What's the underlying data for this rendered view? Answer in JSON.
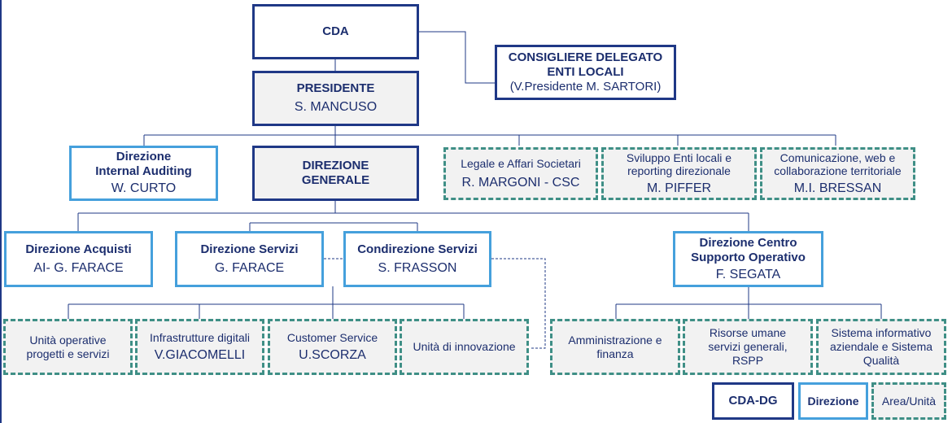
{
  "cda": {
    "title": "CDA"
  },
  "consigliere": {
    "line1": "CONSIGLIERE DELEGATO",
    "line2": "ENTI LOCALI",
    "line3": "(V.Presidente  M. SARTORI)"
  },
  "presidente": {
    "title": "PRESIDENTE",
    "name": "S. MANCUSO"
  },
  "internal_auditing": {
    "line1": "Direzione",
    "line2": "Internal Auditing",
    "name": "W. CURTO"
  },
  "direzione_generale": {
    "line1": "DIREZIONE",
    "line2": "GENERALE"
  },
  "legale": {
    "line1": "Legale e Affari Societari",
    "name": "R. MARGONI - CSC"
  },
  "sviluppo": {
    "line1": "Sviluppo Enti locali e",
    "line2": "reporting direzionale",
    "name": "M. PIFFER"
  },
  "comunicazione": {
    "line1": "Comunicazione, web e",
    "line2": "collaborazione territoriale",
    "name": "M.I. BRESSAN"
  },
  "acquisti": {
    "title": "Direzione Acquisti",
    "name": "AI- G. FARACE"
  },
  "servizi": {
    "title": "Direzione Servizi",
    "name": "G. FARACE"
  },
  "condirezione": {
    "title": "Condirezione Servizi",
    "name": "S. FRASSON"
  },
  "centro": {
    "line1": "Direzione Centro",
    "line2": "Supporto Operativo",
    "name": "F. SEGATA"
  },
  "unita_operative": {
    "line1": "Unità operative",
    "line2": "progetti e servizi"
  },
  "infrastrutture": {
    "line1": "Infrastrutture digitali",
    "name": "V.GIACOMELLI"
  },
  "customer": {
    "line1": "Customer Service",
    "name": "U.SCORZA"
  },
  "innovazione": {
    "line1": "Unità di innovazione"
  },
  "amministrazione": {
    "line1": "Amministrazione e",
    "line2": "finanza"
  },
  "risorse": {
    "line1": "Risorse umane",
    "line2": "servizi generali,",
    "line3": "RSPP"
  },
  "sistema": {
    "line1": "Sistema informativo",
    "line2": "aziendale e Sistema",
    "line3": "Qualità"
  },
  "legend": {
    "cda_dg": "CDA-DG",
    "direzione": "Direzione",
    "area": "Area/Unità"
  },
  "colors": {
    "navy": "#1f3886",
    "light_blue": "#45a0dc",
    "teal_dashed": "#3f8f86",
    "fill_gray": "#f2f2f2"
  }
}
